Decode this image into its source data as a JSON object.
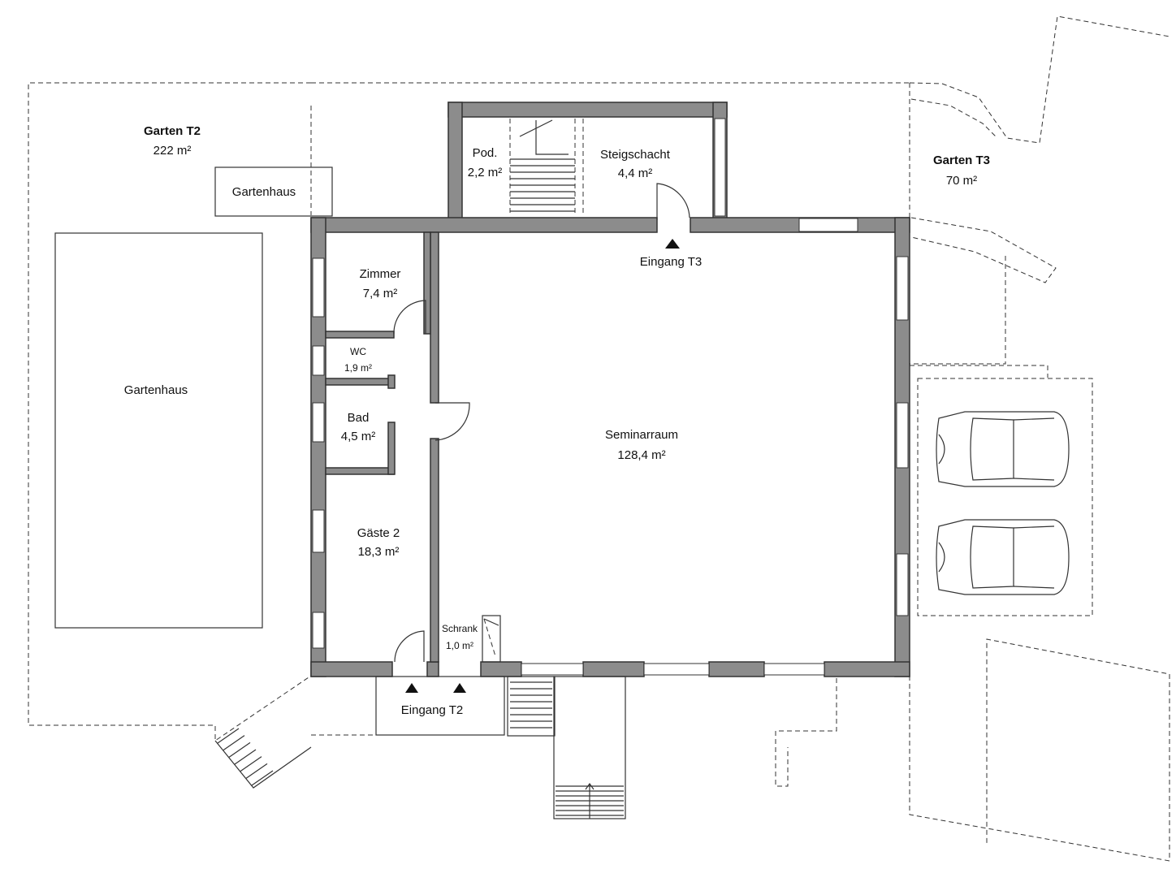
{
  "gardens": {
    "t2": {
      "name": "Garten T2",
      "area": "222 m²"
    },
    "t3": {
      "name": "Garten T3",
      "area": "70 m²"
    }
  },
  "buildings": {
    "shed_small": "Gartenhaus",
    "shed_large": "Gartenhaus"
  },
  "rooms": {
    "pod": {
      "name": "Pod.",
      "area": "2,2 m²"
    },
    "steigschacht": {
      "name": "Steigschacht",
      "area": "4,4 m²"
    },
    "zimmer": {
      "name": "Zimmer",
      "area": "7,4 m²"
    },
    "wc": {
      "name": "WC",
      "area": "1,9 m²"
    },
    "bad": {
      "name": "Bad",
      "area": "4,5 m²"
    },
    "gaeste": {
      "name": "Gäste 2",
      "area": "18,3 m²"
    },
    "seminarraum": {
      "name": "Seminarraum",
      "area": "128,4 m²"
    },
    "schrank": {
      "name": "Schrank",
      "area": "1,0 m²"
    }
  },
  "entrances": {
    "t3": "Eingang T3",
    "t2": "Eingang T2"
  }
}
